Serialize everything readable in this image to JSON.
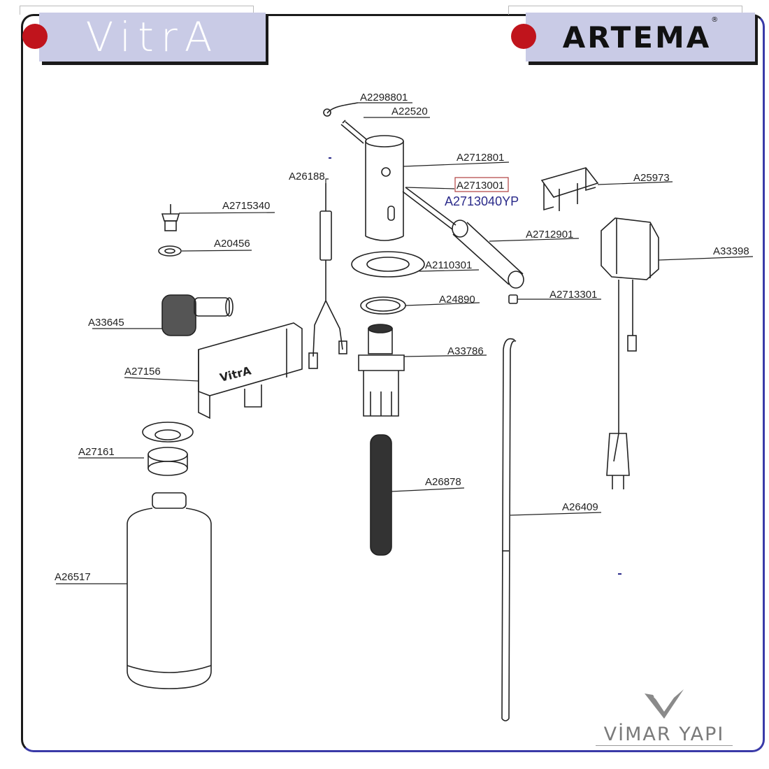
{
  "brands": {
    "vitra": "VitrA",
    "artema": "ARTEMA",
    "artema_mark": "®"
  },
  "parts": [
    "A2298801",
    "A22520",
    "A2712801",
    "A2713001",
    "A26188",
    "A25973",
    "A2715340",
    "A20456",
    "A2712901",
    "A33398",
    "A2110301",
    "A24890",
    "A2713301",
    "A33645",
    "A33786",
    "A27156",
    "A27161",
    "A26878",
    "A26409",
    "A26517"
  ],
  "alt_part": "A2713040YP",
  "body_logo": "VitrA",
  "watermark": "VİMAR YAPI",
  "colors": {
    "brand_red": "#c0141c",
    "brand_bg": "#c9cbe6",
    "frame_blue": "#3a3aa8",
    "alt_part_blue": "#2a2a8a"
  }
}
